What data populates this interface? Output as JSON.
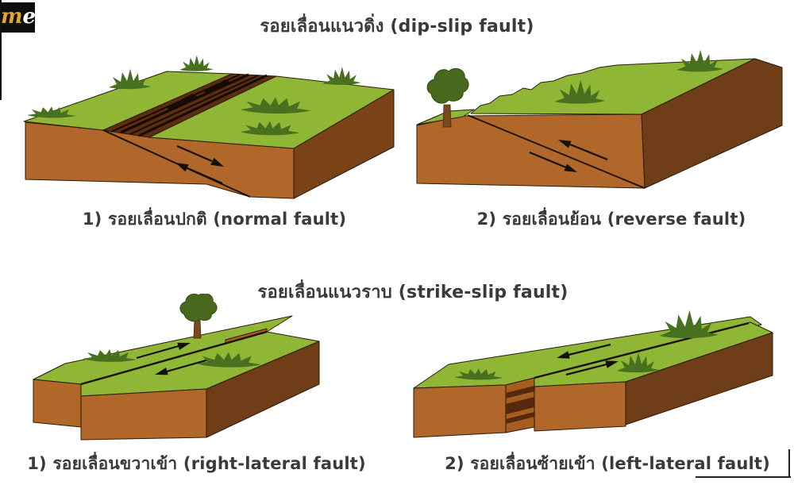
{
  "logo": {
    "m": "m",
    "e": "e"
  },
  "sections": {
    "dip_slip": {
      "title": "รอยเลื่อนแนวดิ่ง (dip-slip fault)",
      "normal_caption": "1) รอยเลื่อนปกติ (normal fault)",
      "reverse_caption": "2) รอยเลื่อนย้อน (reverse fault)"
    },
    "strike_slip": {
      "title": "รอยเลื่อนแนวราบ (strike-slip fault)",
      "right_lateral_caption": "1) รอยเลื่อนขวาเข้า (right-lateral fault)",
      "left_lateral_caption": "2) รอยเลื่อนซ้ายเข้า (left-lateral fault)"
    }
  },
  "diagrams": [
    {
      "id": "normal-fault",
      "type": "block-diagram",
      "motion": "hanging wall down"
    },
    {
      "id": "reverse-fault",
      "type": "block-diagram",
      "motion": "hanging wall up"
    },
    {
      "id": "right-lateral-fault",
      "type": "block-diagram",
      "motion": "far block moves right"
    },
    {
      "id": "left-lateral-fault",
      "type": "block-diagram",
      "motion": "far block moves left"
    }
  ],
  "colors": {
    "grass_green": "#90b636",
    "foliage_green": "#48691d",
    "soil_light": "#b2672a",
    "soil_dark": "#6f3e18",
    "soil_side_dark": "#7a4317",
    "scarp_dark": "#5c2d11",
    "outline": "#2b1a08",
    "text": "#3a3a3a",
    "logo_bg": "#0d0d0d",
    "logo_accent": "#e2a62c"
  }
}
